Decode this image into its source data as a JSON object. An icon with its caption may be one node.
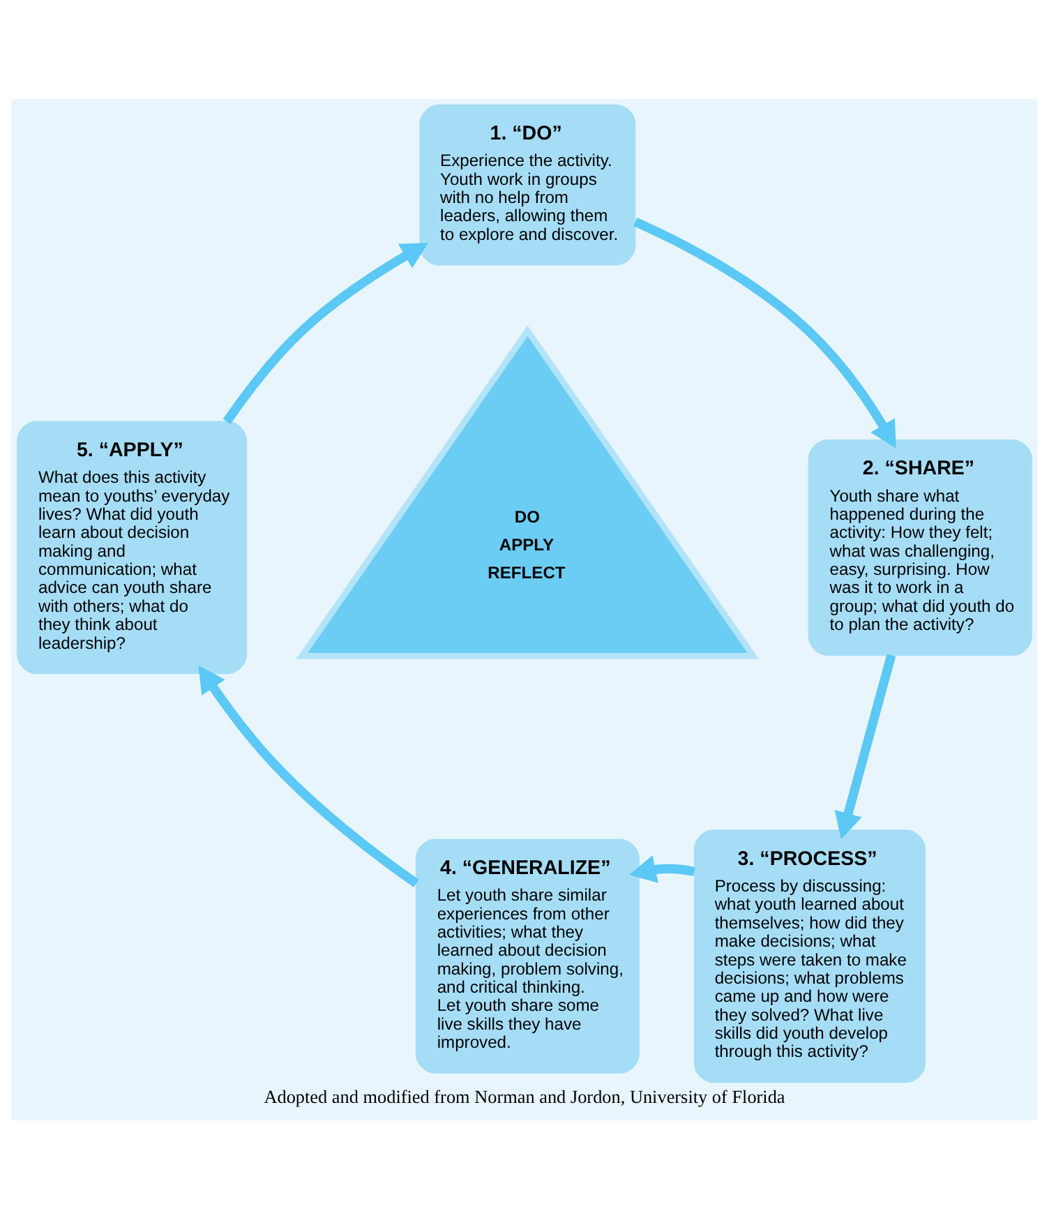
{
  "diagram": {
    "caption": "Adopted and modified from Norman and Jordon, University of Florida",
    "nodes": [
      {
        "text": [
          "1. “DO”",
          "Experience the activity. Youth work in groups with no help from leaders, allowing them to explore and discover."
        ]
      },
      {
        "text": [
          "2. “SHARE”",
          "Youth share what happened during the activity: How they felt; what was challenging, easy, surprising. How was it to work in a group; what did youth do to plan the activity?"
        ]
      },
      {
        "text": [
          "3. “PROCESS”",
          "Process by discussing: what youth learned about themselves; how did they make decisions; what steps were taken to make decisions; what problems came up and how were they solved? What live skills did youth develop through this activity?"
        ]
      },
      {
        "text": [
          "4. “GENERALIZE”",
          "Let youth share similar experiences from other activities; what they learned about decision making, problem solving, and critical thinking. Let youth share some live skills they have improved."
        ]
      },
      {
        "text": [
          "5. “APPLY”",
          "What does this activity mean to youths’ everyday lives? What did youth learn about decision making and communication; what advice can youth share with others; what do they think about leadership?"
        ]
      },
      {
        "text": [
          "DO",
          "APPLY",
          "REFLECT"
        ]
      }
    ],
    "edges": [
      {
        "from": 0,
        "to": 1,
        "arrow": "to"
      },
      {
        "from": 1,
        "to": 2,
        "arrow": "to"
      },
      {
        "from": 2,
        "to": 3,
        "arrow": "to"
      },
      {
        "from": 3,
        "to": 4,
        "arrow": "to"
      },
      {
        "from": 4,
        "to": 0,
        "arrow": "to"
      }
    ]
  }
}
